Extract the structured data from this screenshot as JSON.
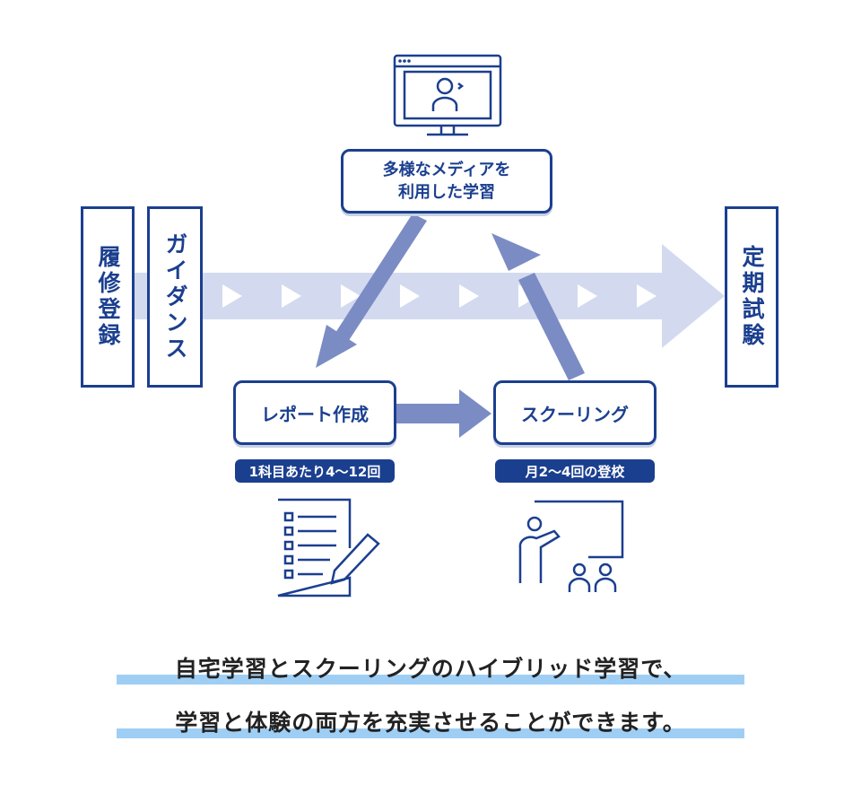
{
  "colors": {
    "navy": "#1b3f8f",
    "arrow_blue": "#7b8cc4",
    "band_blue": "#d3daef",
    "highlight": "#9fcef5"
  },
  "left_boxes": [
    {
      "label": "履修登録"
    },
    {
      "label": "ガイダンス"
    }
  ],
  "right_box": {
    "label": "定期試験"
  },
  "top_box": {
    "line1": "多様なメディアを",
    "line2": "利用した学習",
    "icon": "monitor-video-icon"
  },
  "report_box": {
    "label": "レポート作成",
    "pill": "1科目あたり4～12回",
    "icon": "checklist-pencil-icon"
  },
  "schooling_box": {
    "label": "スクーリング",
    "pill": "月2～4回の登校",
    "icon": "teacher-students-icon"
  },
  "caption": {
    "line1": "自宅学習とスクーリングのハイブリッド学習で、",
    "line2": "学習と体験の両方を充実させることができます。"
  }
}
